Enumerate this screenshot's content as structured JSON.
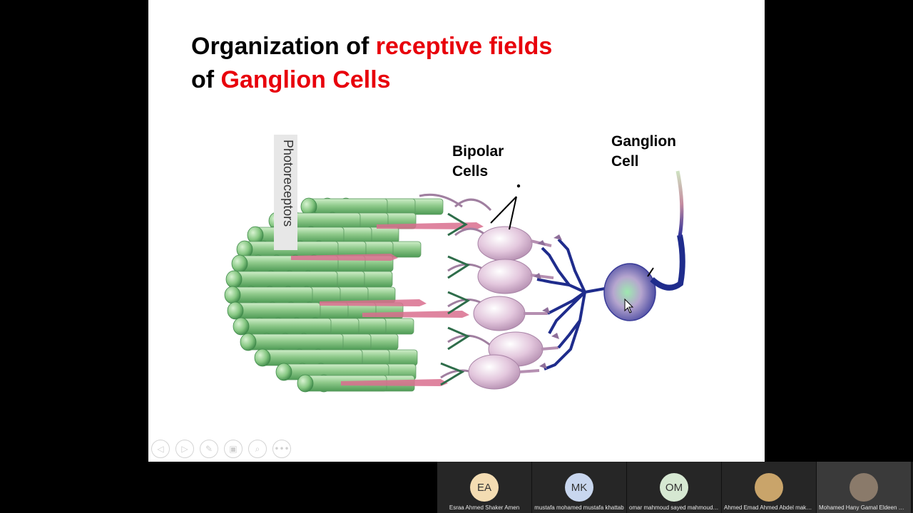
{
  "slide": {
    "title_line1_black": "Organization of ",
    "title_line1_red": "receptive fields",
    "title_line2_black": "of ",
    "title_line2_red": "Ganglion Cells",
    "labels": {
      "photoreceptors": "Photoreceptors",
      "bipolar": "Bipolar\nCells",
      "ganglion": "Ganglion\nCell"
    },
    "toolbar": [
      {
        "name": "prev-slide-button",
        "icon": "chevron-left-icon",
        "glyph": "◁"
      },
      {
        "name": "next-slide-button",
        "icon": "chevron-right-icon",
        "glyph": "▷"
      },
      {
        "name": "pen-button",
        "icon": "pen-icon",
        "glyph": "✎"
      },
      {
        "name": "slides-button",
        "icon": "slides-icon",
        "glyph": "▣"
      },
      {
        "name": "zoom-button",
        "icon": "magnifier-icon",
        "glyph": "⌕"
      },
      {
        "name": "more-button",
        "icon": "more-icon",
        "glyph": "•••"
      }
    ]
  },
  "participants": [
    {
      "initials": "EA",
      "name": "Esraa Ahmed Shaker Amen",
      "color": "#f3dcb2",
      "active": false
    },
    {
      "initials": "MK",
      "name": "mustafa mohamed mustafa khattab",
      "color": "#c8d6ee",
      "active": false
    },
    {
      "initials": "OM",
      "name": "omar mahmoud sayed mahmoud m...",
      "color": "#d6e8d2",
      "active": false
    },
    {
      "initials": "",
      "name": "Ahmed Emad Ahmed Abdel maksoud",
      "color": "#c9a46a",
      "active": false
    },
    {
      "initials": "",
      "name": "Mohamed Hany Gamal Eldeen Mos...",
      "color": "#8a7a6a",
      "active": true
    }
  ],
  "colors": {
    "title_red": "#e8000b",
    "rod_green": "#8ec98a",
    "bipolar_pink": "#e3c7dd",
    "ganglion_purple": "#9a7fb5",
    "dendrite_blue": "#1f2c8c"
  }
}
